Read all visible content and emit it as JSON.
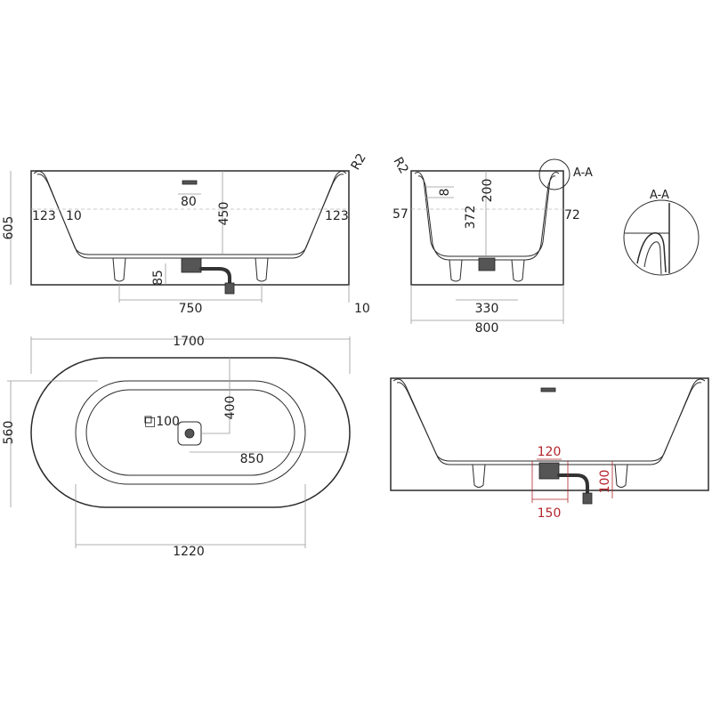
{
  "front_view": {
    "height": "605",
    "rim_offset_left": "123",
    "rim_offset_right": "123",
    "wall": "10",
    "overflow_width": "80",
    "depth": "450",
    "corner_radius": "R2",
    "drain_height": "85",
    "feet_spacing": "750",
    "base_offset": "10"
  },
  "side_view": {
    "corner_radius": "R2",
    "overflow_size": "8",
    "overflow_height": "200",
    "depth": "372",
    "left_offset": "57",
    "right_offset": "72",
    "section_ref": "A-A",
    "feet_spacing": "330",
    "width": "800"
  },
  "detail": {
    "title": "A-A"
  },
  "top_view": {
    "length": "1700",
    "width": "560",
    "overflow_size": "□100",
    "drain_offset_y": "400",
    "drain_offset_x": "850",
    "inner_length": "1220"
  },
  "elevation_view": {
    "drain_width": "120",
    "drain_height": "100",
    "clearance": "150"
  },
  "colors": {
    "outline": "#2b2b2b",
    "dimension": "#999999",
    "highlight": "#b3262d"
  }
}
